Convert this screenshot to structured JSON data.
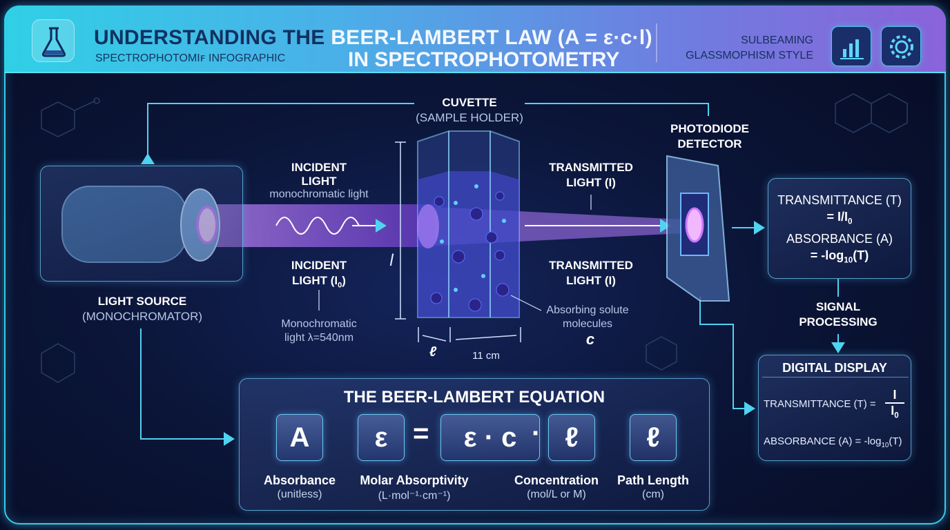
{
  "header": {
    "title_part1": "UNDERSTANDING THE ",
    "title_part2": "BEER-LAMBERT LAW (A = ε·c·l)",
    "title_line2": "IN SPECTROPHOTOMETRY",
    "subtitle": "SPECTROPHOTOMIꜰ INFOGRAPHIC",
    "style_line1": "SULBEAMING",
    "style_line2": "GLASSMOPHISM STYLE",
    "icons": [
      "flask-icon",
      "bar-chart-icon",
      "gear-icon"
    ]
  },
  "light_source": {
    "title": "LIGHT SOURCE",
    "subtitle": "(MONOCHROMATOR)"
  },
  "incident_top": {
    "line1": "INCIDENT",
    "line2": "LIGHT",
    "note": "monochromatic light"
  },
  "incident_bottom": {
    "line1": "INCIDENT",
    "line2_prefix": "LIGHT (I",
    "line2_sub": "0",
    "line2_suffix": ")",
    "note1": "Monochromatic",
    "note2": "light λ=540nm"
  },
  "cuvette": {
    "title": "CUVETTE",
    "subtitle": "(SAMPLE HOLDER)",
    "height_symbol": "l",
    "width_symbol": "ℓ",
    "width_value": "11 cm",
    "solute_line1": "Absorbing solute",
    "solute_line2": "molecules",
    "solute_symbol": "c"
  },
  "transmitted_top": {
    "line1": "TRANSMITTED",
    "line2": "LIGHT (I)"
  },
  "transmitted_bottom": {
    "line1": "TRANSMITTED",
    "line2": "LIGHT (I)"
  },
  "detector": {
    "line1": "PHOTODIODE",
    "line2": "DETECTOR"
  },
  "calc_box": {
    "t_label": "TRANSMITTANCE (T)",
    "t_eq_prefix": "= I/I",
    "t_eq_sub": "0",
    "a_label": "ABSORBANCE (A)",
    "a_eq_prefix": "= -log",
    "a_eq_sub": "10",
    "a_eq_suffix": "(T)"
  },
  "signal": {
    "line1": "SIGNAL",
    "line2": "PROCESSING"
  },
  "display": {
    "title": "DIGITAL DISPLAY",
    "t_text": "TRANSMITTANCE (T) =",
    "t_num": "I",
    "t_den_prefix": "I",
    "t_den_sub": "0",
    "a_prefix": "ABSORBANCE (A) = -log",
    "a_sub": "10",
    "a_suffix": "(T)"
  },
  "equation": {
    "title": "THE BEER-LAMBERT EQUATION",
    "tiles": [
      "A",
      "ε",
      "ε · c",
      "ℓ",
      "ℓ"
    ],
    "operators": [
      "=",
      "·"
    ],
    "labels": [
      {
        "name": "Absorbance",
        "unit": "(unitless)"
      },
      {
        "name": "Molar Absorptivity",
        "unit": "(L·mol⁻¹·cm⁻¹)"
      },
      {
        "name": "Concentration",
        "unit": "(mol/L or M)"
      },
      {
        "name": "Path Length",
        "unit": "(cm)"
      }
    ]
  },
  "colors": {
    "accent": "#3cc8ea",
    "beam": "#a855f7",
    "header_start": "#2fd0e6",
    "header_end": "#8a63da"
  }
}
